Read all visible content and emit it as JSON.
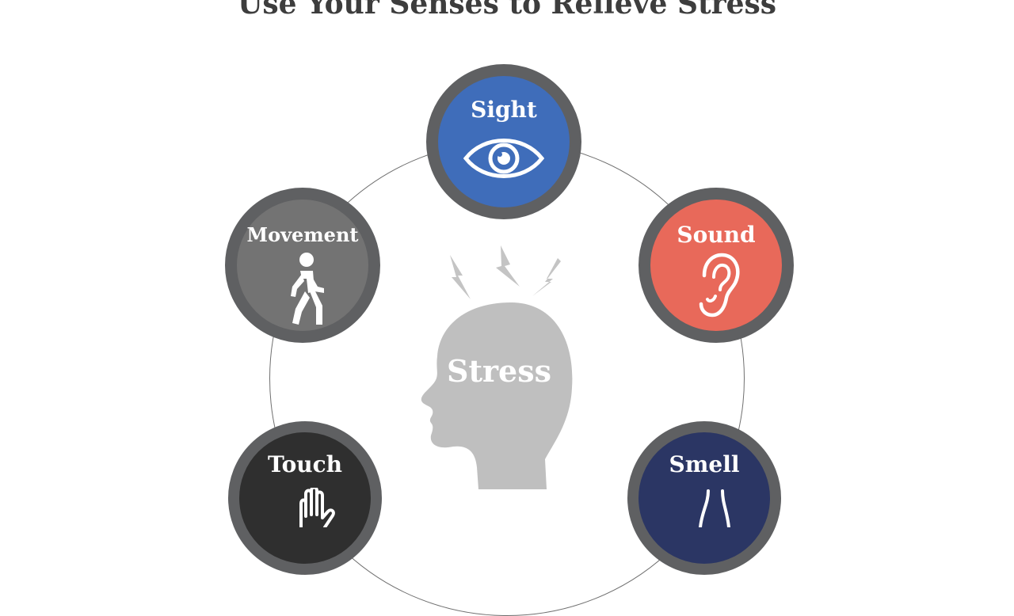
{
  "title": "Use Your Senses to Relieve Stress",
  "center": {
    "label": "Stress",
    "icon": "head-silhouette-icon",
    "stress_icon": "lightning-bolts-icon"
  },
  "senses": [
    {
      "label": "Sight",
      "icon": "eye-icon",
      "color": "#3f6dba"
    },
    {
      "label": "Sound",
      "icon": "ear-icon",
      "color": "#e8695a"
    },
    {
      "label": "Movement",
      "icon": "walking-person-icon",
      "color": "#737373"
    },
    {
      "label": "Touch",
      "icon": "hand-icon",
      "color": "#2f2f2f"
    },
    {
      "label": "Smell",
      "icon": "nose-icon",
      "color": "#2b3664"
    }
  ],
  "colors": {
    "ring_border": "#5f6062",
    "head": "#bfbfbf",
    "title": "#3d3d3d"
  }
}
